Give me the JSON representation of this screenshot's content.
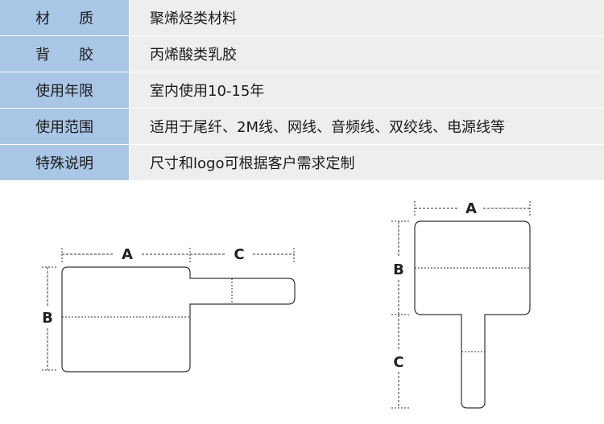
{
  "spec_table": {
    "rows": [
      {
        "label": "材　　质",
        "value": "聚烯烃类材料"
      },
      {
        "label": "背　　胶",
        "value": "丙烯酸类乳胶"
      },
      {
        "label": "使用年限",
        "value": "室内使用10-15年"
      },
      {
        "label": "使用范围",
        "value": "适用于尾纤、2M线、网线、音频线、双绞线、电源线等"
      },
      {
        "label": "特殊说明",
        "value": "尺寸和logo可根据客户需求定制"
      }
    ]
  },
  "diagram_left": {
    "dim_a": "A",
    "dim_b": "B",
    "dim_c": "C"
  },
  "diagram_right": {
    "dim_a": "A",
    "dim_b": "B",
    "dim_c": "C"
  },
  "colors": {
    "label_bg": "#a9c6e6",
    "value_bg": "#eeeeee",
    "line": "#333333"
  }
}
